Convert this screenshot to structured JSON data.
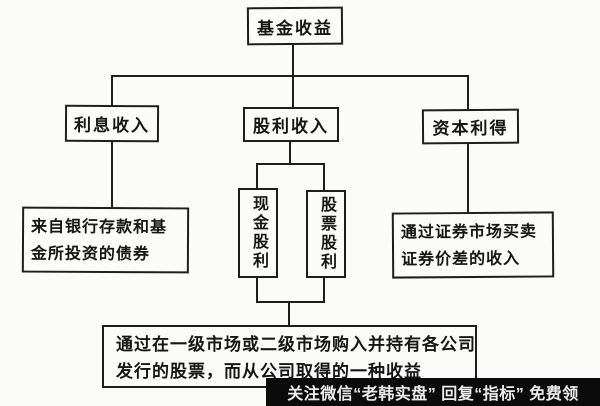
{
  "diagram": {
    "root": {
      "label": "基金收益"
    },
    "level2": [
      {
        "label": "利息收入"
      },
      {
        "label": "股利收入"
      },
      {
        "label": "资本利得"
      }
    ],
    "interest_desc": {
      "line1": "来自银行存款和基",
      "line2": "金所投资的债券"
    },
    "dividend_types": [
      {
        "label": "现金股利"
      },
      {
        "label": "股票股利"
      }
    ],
    "capital_desc": {
      "line1": "通过证券市场买卖",
      "line2": "证券价差的收入"
    },
    "bottom_note": {
      "line1": "通过在一级市场或二级市场购入并持有各公司",
      "line2": "发行的股票，而从公司取得的一种收益"
    }
  },
  "watermark": {
    "text": "关注微信“老韩实盘” 回复“指标” 免费领"
  },
  "colors": {
    "paper": "#fbfbf9",
    "ink": "#1e1e1c",
    "watermark_bg": "#0b0b0b",
    "watermark_text": "#ececec"
  }
}
